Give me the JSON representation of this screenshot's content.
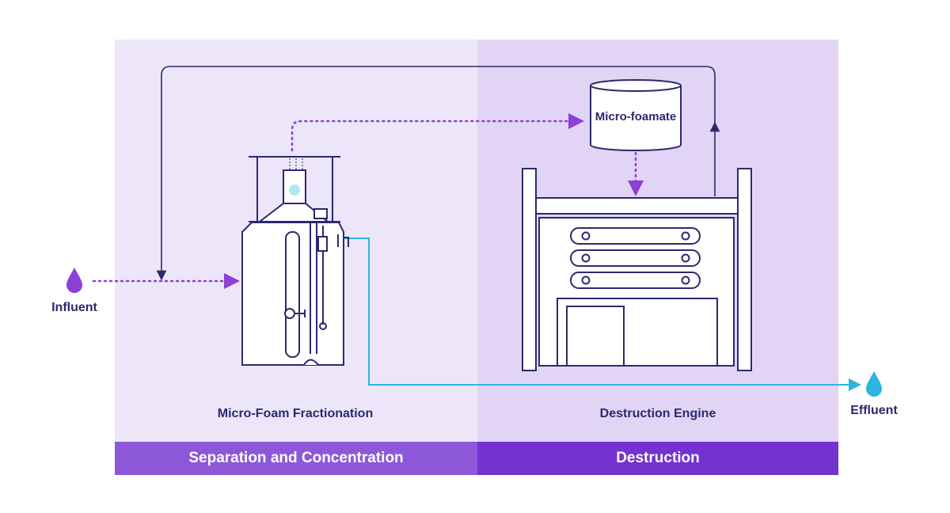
{
  "stages": {
    "left": "Separation and Concentration",
    "right": "Destruction"
  },
  "units": {
    "fractionation": "Micro-Foam Fractionation",
    "engine": "Destruction Engine",
    "foamate": "Micro-foamate"
  },
  "flows": {
    "influent": "Influent",
    "effluent": "Effluent"
  },
  "colors": {
    "navy": "#2b2a6e",
    "purple": "#8d3fd6",
    "cyan": "#2cb5dd",
    "panel_left": "#ece6f8",
    "panel_right": "#e2d4f4",
    "bar_left": "#8d58d8",
    "bar_right": "#7433cf"
  }
}
